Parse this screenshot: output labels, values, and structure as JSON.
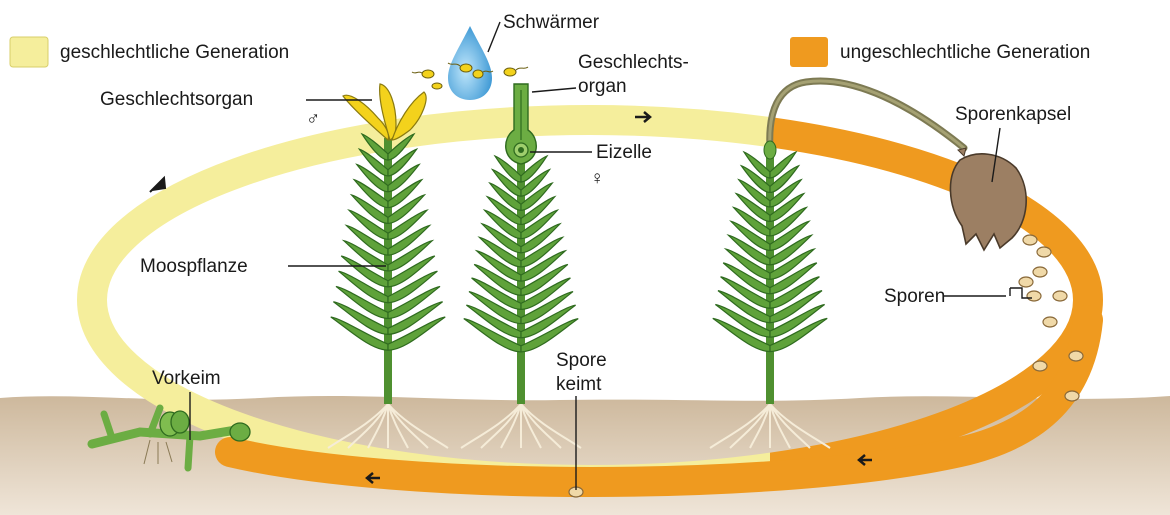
{
  "legend": {
    "sexual": {
      "label": "geschlechtliche Generation",
      "color": "#f5ee9c"
    },
    "asexual": {
      "label": "ungeschlechtliche Generation",
      "color": "#ef9a1f"
    }
  },
  "labels": {
    "schwaermer": "Schwärmer",
    "geschlechtsorgan_male": "Geschlechtsorgan",
    "male_symbol": "♂",
    "geschlechtsorgan_female_line1": "Geschlechts-",
    "geschlechtsorgan_female_line2": "organ",
    "eizelle": "Eizelle",
    "female_symbol": "♀",
    "sporenkapsel": "Sporenkapsel",
    "moospflanze": "Moospflanze",
    "sporen": "Sporen",
    "vorkeim": "Vorkeim",
    "spore_keimt_line1": "Spore",
    "spore_keimt_line2": "keimt"
  },
  "colors": {
    "plant_green": "#5fa23a",
    "plant_dark": "#2f6b1f",
    "soil": "#d8c6ae",
    "capsule": "#9c7f63",
    "organ_yellow": "#f3d21c",
    "water_blue": "#3aa3e0",
    "spore": "#f0d9a8"
  }
}
